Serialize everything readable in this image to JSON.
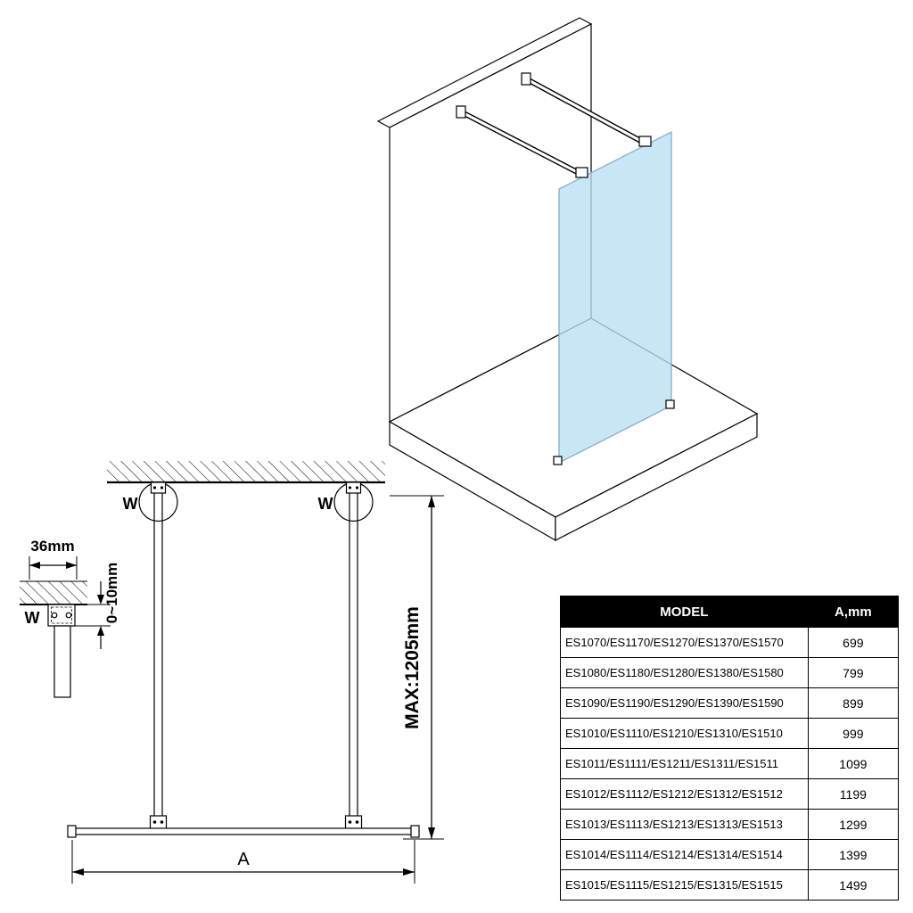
{
  "plan_view": {
    "w_left": "W",
    "w_right": "W",
    "max_dim": "MAX:1205mm",
    "a_label": "A"
  },
  "detail_view": {
    "width_dim": "36mm",
    "gap_dim": "0~10mm",
    "w_label": "W"
  },
  "table": {
    "headers": {
      "model": "MODEL",
      "a": "A,mm"
    },
    "rows": [
      {
        "model": "ES1070/ES1170/ES1270/ES1370/ES1570",
        "a": "699"
      },
      {
        "model": "ES1080/ES1180/ES1280/ES1380/ES1580",
        "a": "799"
      },
      {
        "model": "ES1090/ES1190/ES1290/ES1390/ES1590",
        "a": "899"
      },
      {
        "model": "ES1010/ES1110/ES1210/ES1310/ES1510",
        "a": "999"
      },
      {
        "model": "ES1011/ES1111/ES1211/ES1311/ES1511",
        "a": "1099"
      },
      {
        "model": "ES1012/ES1112/ES1212/ES1312/ES1512",
        "a": "1199"
      },
      {
        "model": "ES1013/ES1113/ES1213/ES1313/ES1513",
        "a": "1299"
      },
      {
        "model": "ES1014/ES1114/ES1214/ES1314/ES1514",
        "a": "1399"
      },
      {
        "model": "ES1015/ES1115/ES1215/ES1315/ES1515",
        "a": "1499"
      }
    ]
  },
  "colors": {
    "line": "#000000",
    "glass_fill": "#b8dff2",
    "glass_edge": "#86aec6",
    "table_header_bg": "#000000",
    "table_header_text": "#ffffff"
  }
}
